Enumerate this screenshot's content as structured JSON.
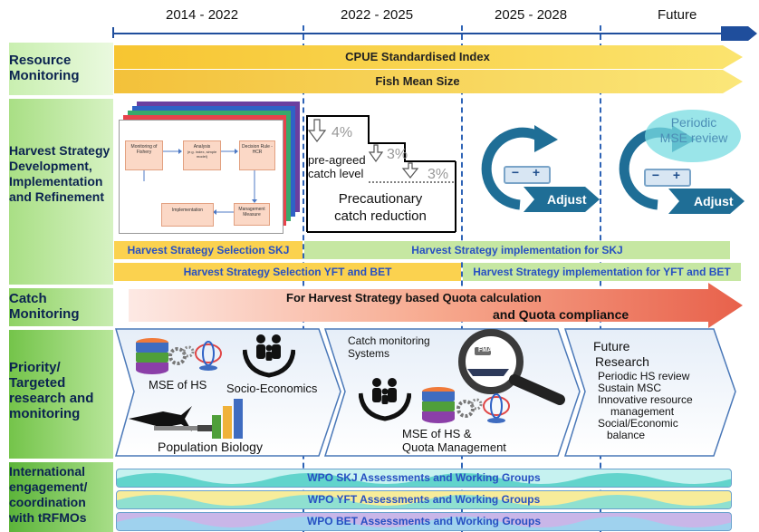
{
  "timeline": {
    "periods": [
      "2014 - 2022",
      "2022 - 2025",
      "2025 - 2028",
      "Future"
    ]
  },
  "rows": {
    "resource_monitoring": {
      "label_line1": "Resource",
      "label_line2": "Monitoring",
      "bar1": "CPUE Standardised Index",
      "bar2": "Fish Mean Size"
    },
    "harvest_strategy": {
      "label_line1": "Harvest Strategy",
      "label_line2": "Development,",
      "label_line3": "Implementation",
      "label_line4": "and Refinement",
      "flow": {
        "monitoring": "Monitoring of Fishery",
        "analysis": "Analysis",
        "analysis_sub": "(e.g. index, simple model)",
        "decision": "Decision Rule - HCR",
        "implementation": "Implementation",
        "management": "Management Measure"
      },
      "step_pct1": "4%",
      "step_pct2": "3%",
      "step_pct3": "3%",
      "preagreed_line1": "pre-agreed",
      "preagreed_line2": "catch level",
      "precaution_line1": "Precautionary",
      "precaution_line2": "catch reduction",
      "minus": "−",
      "plus": "+",
      "adjust1": "Adjust",
      "adjust2": "Adjust",
      "periodic_line1": "Periodic",
      "periodic_line2": "MSE review",
      "bar_selection_skj": "Harvest Strategy Selection SKJ",
      "bar_implementation_skj": "Harvest Strategy implementation for SKJ",
      "bar_selection_yft": "Harvest Strategy Selection YFT and BET",
      "bar_implementation_yft": "Harvest Strategy implementation for YFT and BET"
    },
    "catch_monitoring": {
      "label_line1": "Catch",
      "label_line2": "Monitoring",
      "bar_line1": "For Harvest Strategy based Quota calculation",
      "bar_line2": "and Quota compliance"
    },
    "research": {
      "label_line1": "Priority/",
      "label_line2": "Targeted",
      "label_line3": "research and",
      "label_line4": "monitoring",
      "mse_hs": "MSE of HS",
      "socio": "Socio-Economics",
      "pop_bio": "Population Biology",
      "catch_sys_line1": "Catch monitoring",
      "catch_sys_line2": "Systems",
      "fmas": "FMAs",
      "mse_quota_line1": "MSE of HS &",
      "mse_quota_line2": "Quota Management",
      "future_line1": "Future",
      "future_line2": "Research",
      "future_items": [
        "Periodic HS review",
        "Sustain MSC",
        "Innovative resource",
        "management",
        "Social/Economic",
        "balance"
      ]
    },
    "international": {
      "label_line1": "International",
      "label_line2": "engagement/",
      "label_line3": "coordination",
      "label_line4": "with tRFMOs",
      "skj": "WPO SKJ Assessments and Working Groups",
      "yft": "WPO YFT Assessments and Working Groups",
      "bet": "WPO BET Assessments and Working Groups"
    }
  },
  "colors": {
    "label_green_light": "#c9efb0",
    "label_green_dark": "#74c44a",
    "yellow_bar": "#fbd24f",
    "green_bar": "#c6e7a2",
    "navy": "#0b2350",
    "adjust_blue": "#1f6e96",
    "catch_red": "#e8614b"
  }
}
